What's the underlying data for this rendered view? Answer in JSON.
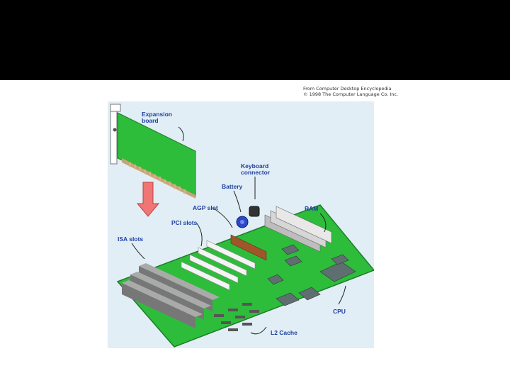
{
  "credit": {
    "line1": "From Computer Desktop Encyclopedia",
    "line2": "© 1998 The Computer Language Co. Inc."
  },
  "labels": {
    "expansion_board_line1": "Expansion",
    "expansion_board_line2": "board",
    "keyboard_connector_line1": "Keyboard",
    "keyboard_connector_line2": "connector",
    "battery": "Battery",
    "agp_slot": "AGP slot",
    "pci_slots": "PCI slots",
    "ram": "RAM",
    "isa_slots": "ISA slots",
    "cpu": "CPU",
    "l2_cache": "L2 Cache"
  },
  "colors": {
    "header_bar": "#000000",
    "diagram_background": "#e1eef5",
    "board_green": "#2dbd3b",
    "label_blue": "#1f3fa0",
    "arrow_red": "#f07575"
  }
}
